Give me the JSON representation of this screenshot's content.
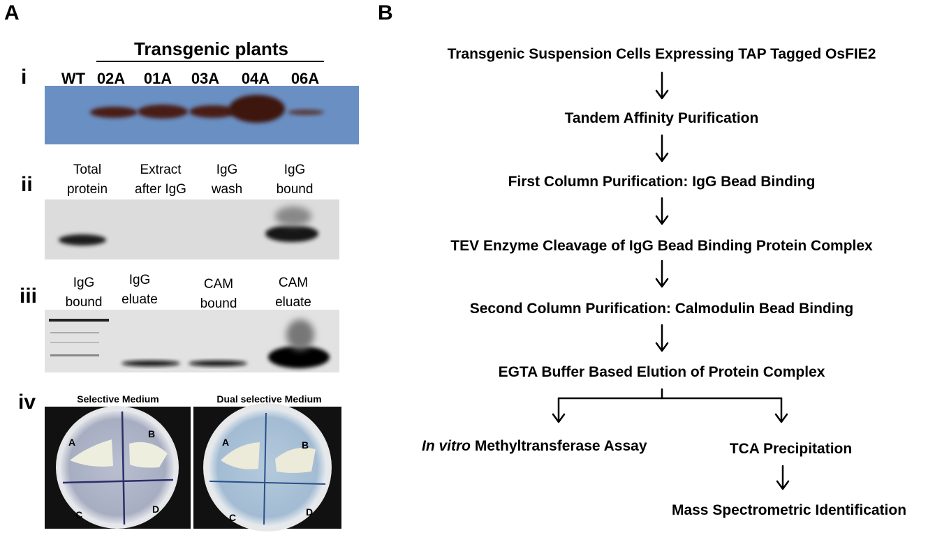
{
  "panelA": {
    "letter": "A",
    "header": "Transgenic plants",
    "i": {
      "roman": "i",
      "lanes": [
        "WT",
        "02A",
        "01A",
        "03A",
        "04A",
        "06A"
      ]
    },
    "ii": {
      "roman": "ii",
      "lanes": [
        {
          "line1": "Total",
          "line2": "protein"
        },
        {
          "line1": "Extract",
          "line2": "after IgG"
        },
        {
          "line1": "IgG",
          "line2": "wash"
        },
        {
          "line1": "IgG",
          "line2": "bound"
        }
      ]
    },
    "iii": {
      "roman": "iii",
      "lanes": [
        {
          "line1": "IgG",
          "line2": "bound"
        },
        {
          "line1": "IgG",
          "line2": "eluate"
        },
        {
          "line1": "CAM",
          "line2": "bound"
        },
        {
          "line1": "CAM",
          "line2": "eluate"
        }
      ]
    },
    "iv": {
      "roman": "iv",
      "plates": [
        {
          "title": "Selective Medium",
          "quadrants": [
            "A",
            "B",
            "C",
            "D"
          ]
        },
        {
          "title": "Dual selective Medium",
          "quadrants": [
            "A",
            "B",
            "C",
            "D"
          ]
        }
      ]
    }
  },
  "panelB": {
    "letter": "B",
    "steps": [
      "Transgenic Suspension Cells Expressing TAP Tagged OsFIE2",
      "Tandem Affinity Purification",
      "First Column Purification: IgG Bead Binding",
      "TEV Enzyme Cleavage of IgG Bead Binding Protein Complex",
      "Second Column Purification: Calmodulin Bead Binding",
      "EGTA Buffer Based Elution of Protein Complex"
    ],
    "branch_left": {
      "italic": "In vitro",
      "rest": " Methyltransferase Assay"
    },
    "branch_right": "TCA Precipitation",
    "final": "Mass Spectrometric Identification"
  }
}
